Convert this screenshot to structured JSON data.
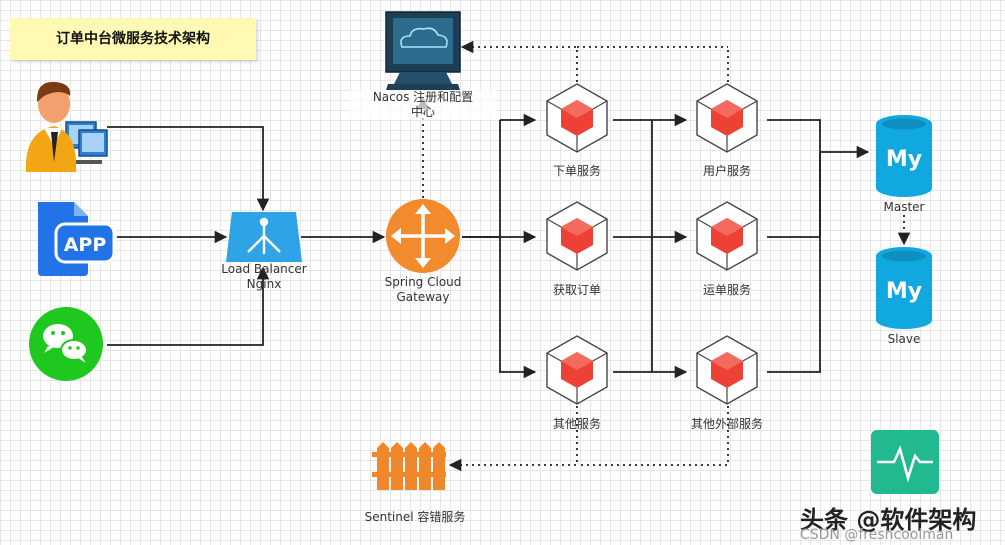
{
  "title": "订单中台微服务技术架构",
  "nodes": {
    "nacos": "Nacos 注册和配置\n中心",
    "lb": "Load Balancer\nNginx",
    "gateway": "Spring Cloud\nGateway",
    "order_service": "下单服务",
    "get_order": "获取订单",
    "other_service": "其他服务",
    "user_service": "用户服务",
    "shipping_service": "运单服务",
    "other_external": "其他外部服务",
    "master": "Master",
    "slave": "Slave",
    "sentinel": "Sentinel 容错服务"
  },
  "icons": {
    "user": "user-at-computer-icon",
    "app": "app-icon",
    "wechat": "wechat-icon",
    "nacos": "server-monitor-icon",
    "lb": "load-balancer-icon",
    "gateway": "gateway-router-icon",
    "service": "cube-service-icon",
    "mysql": "mysql-database-icon",
    "sentinel": "fence-icon",
    "monitor": "heartbeat-monitor-icon"
  },
  "colors": {
    "service_red": "#ee4135",
    "lb_blue": "#2ea4e6",
    "mysql_blue": "#11a8e0",
    "gateway_orange": "#f28a2e",
    "fence_orange": "#f0882b",
    "monitor_green": "#20b990",
    "wechat_green": "#1ec81e",
    "app_blue": "#2272e8",
    "title_bg": "#fff9b3"
  },
  "watermark": {
    "main": "头条 @软件架构",
    "sub": "CSDN @freshcoolman"
  }
}
